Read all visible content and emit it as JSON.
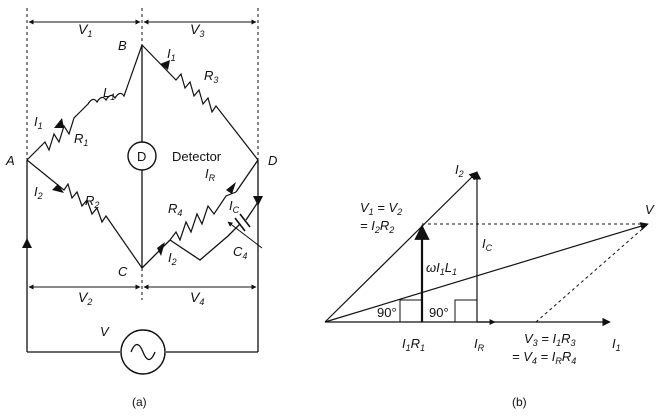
{
  "diagram_a": {
    "caption": "(a)",
    "nodes": {
      "A": "A",
      "B": "B",
      "C": "C",
      "D": "D"
    },
    "voltages": {
      "V1": "V1",
      "V2": "V2",
      "V3": "V3",
      "V4": "V4",
      "V": "V"
    },
    "components": {
      "L1": "L1",
      "R1": "R1",
      "R2": "R2",
      "R3": "R3",
      "R4": "R4",
      "C4": "C4",
      "detector_symbol": "D",
      "detector_label": "Detector"
    },
    "currents": {
      "I1": "I1",
      "I2": "I2",
      "IR": "IR",
      "IC": "IC"
    }
  },
  "diagram_b": {
    "caption": "(b)",
    "labels": {
      "I2": "I2",
      "V1_eq_V2_line1": "V1 = V2",
      "V1_eq_V2_line2": "= I2R2",
      "omega_I1_L1": "ωI1L1",
      "IC": "IC",
      "V": "V",
      "angle_left": "90°",
      "angle_right": "90°",
      "I1R1": "I1R1",
      "IR": "IR",
      "V3_line1": "V3 = I1R3",
      "V3_line2": "= V4 = IRR4",
      "I1": "I1"
    }
  }
}
